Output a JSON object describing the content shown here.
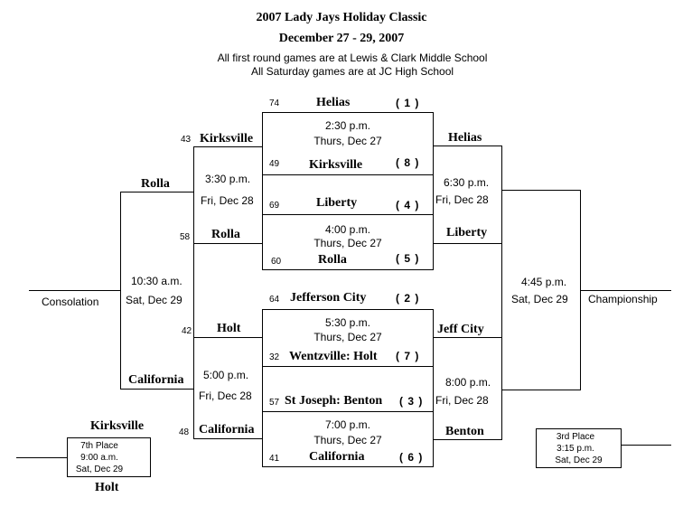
{
  "header": {
    "title": "2007  Lady Jays Holiday Classic",
    "dates": "December  27 - 29, 2007",
    "note1": "All first round games are at Lewis & Clark Middle School",
    "note2": "All Saturday games are at JC High School"
  },
  "first_round": [
    {
      "top_team": "Helias",
      "top_score": "74",
      "top_seed": "( 1 )",
      "bottom_team": "Kirksville",
      "bottom_score": "49",
      "bottom_seed": "( 8 )",
      "time": "2:30 p.m.",
      "day": "Thurs, Dec 27"
    },
    {
      "top_team": "Liberty",
      "top_score": "69",
      "top_seed": "( 4 )",
      "bottom_team": "Rolla",
      "bottom_score": "60",
      "bottom_seed": "( 5 )",
      "time": "4:00 p.m.",
      "day": "Thurs, Dec 27"
    },
    {
      "top_team": "Jefferson City",
      "top_score": "64",
      "top_seed": "( 2 )",
      "bottom_team": "Wentzville: Holt",
      "bottom_score": "32",
      "bottom_seed": "( 7 )",
      "time": "5:30 p.m.",
      "day": "Thurs, Dec 27"
    },
    {
      "top_team": "St Joseph: Benton",
      "top_score": "57",
      "top_seed": "( 3 )",
      "bottom_team": "California",
      "bottom_score": "41",
      "bottom_seed": "( 6 )",
      "time": "7:00 p.m.",
      "day": "Thurs, Dec 27"
    }
  ],
  "consolation_bracket": {
    "semi1": {
      "top_team": "Kirksville",
      "top_score": "43",
      "bottom_team": "Rolla",
      "bottom_score": "58",
      "time": "3:30 p.m.",
      "day": "Fri, Dec 28"
    },
    "semi2": {
      "top_team": "Holt",
      "top_score": "42",
      "bottom_team": "California",
      "bottom_score": "48",
      "time": "5:00 p.m.",
      "day": "Fri, Dec 28"
    },
    "final": {
      "top_team": "Rolla",
      "bottom_team": "California",
      "time": "10:30 a.m.",
      "day": "Sat, Dec 29",
      "label": "Consolation"
    }
  },
  "championship_bracket": {
    "semi1": {
      "top_team": "Helias",
      "bottom_team": "Liberty",
      "time": "6:30 p.m.",
      "day": "Fri, Dec 28"
    },
    "semi2": {
      "top_team": "Jeff  City",
      "bottom_team": "Benton",
      "time": "8:00 p.m.",
      "day": "Fri, Dec 28"
    },
    "final": {
      "time": "4:45 p.m.",
      "day": "Sat, Dec 29",
      "label": "Championship"
    }
  },
  "seventh_place": {
    "top_team": "Kirksville",
    "bottom_team": "Holt",
    "label": "7th Place",
    "time": "9:00 a.m.",
    "day": "Sat, Dec 29"
  },
  "third_place": {
    "label": "3rd Place",
    "time": "3:15 p.m.",
    "day": "Sat, Dec 29"
  }
}
